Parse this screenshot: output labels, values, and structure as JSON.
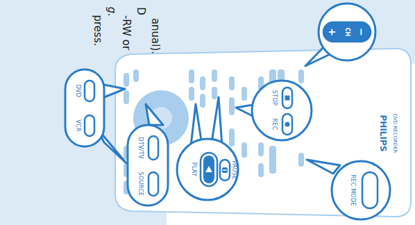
{
  "diagram": {
    "nodes": [
      {
        "text": [
          "DVD",
          "VCR"
        ]
      },
      {
        "text": [
          "SOURCE",
          "DTV/TV"
        ]
      },
      {
        "text": [
          "PLAY",
          "PAUSE"
        ]
      },
      {
        "text": [
          "STOP",
          "REC"
        ]
      },
      {
        "text": [
          "+",
          "CH",
          "−"
        ]
      },
      {
        "text": [
          "REC MODE"
        ]
      }
    ],
    "labels": [
      "press.",
      "g.",
      "-RW or",
      "D",
      "anual).",
      "PHILIPS",
      "DVD RECORDER"
    ]
  }
}
